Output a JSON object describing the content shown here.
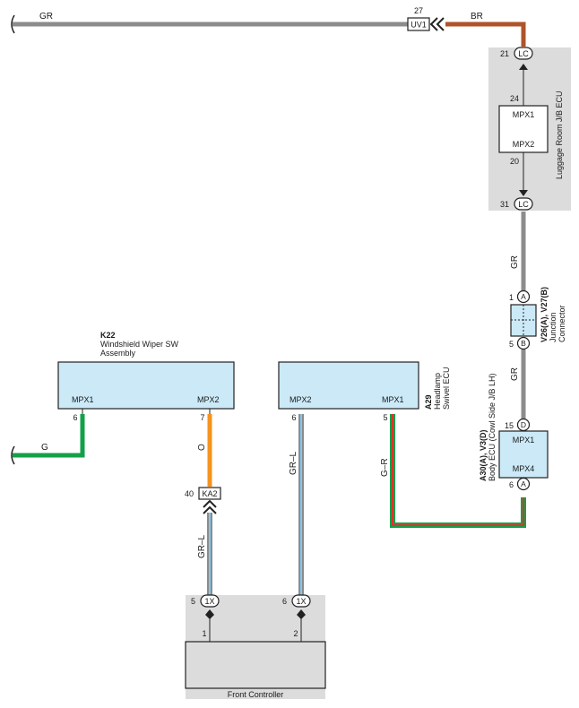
{
  "colors": {
    "wire_gray": "#8c8c8c",
    "wire_brown": "#b0522a",
    "wire_green": "#13a04a",
    "wire_orange": "#f5931e",
    "wire_light_blue": "#7ec8ea",
    "wire_red": "#e0312c",
    "ecu_fill": "#cbe9f7",
    "area_gray": "#dcdcdc"
  },
  "wires": {
    "top_gr": "GR",
    "top_br": "BR",
    "right_gr_upper": "GR",
    "right_gr_lower": "GR",
    "g": "G",
    "o": "O",
    "gr_l_left": "GR–L",
    "gr_l_mid": "GR–L",
    "g_r": "G–R"
  },
  "connectors": {
    "uv1": {
      "label": "UV1",
      "pin": "27"
    },
    "ka2": {
      "label": "KA2",
      "pin": "40"
    },
    "lc_top": {
      "label": "LC",
      "pin": "21"
    },
    "lc_bottom": {
      "label": "LC",
      "pin": "31"
    },
    "junc_a": {
      "label": "A",
      "pin": "1"
    },
    "junc_b": {
      "label": "B",
      "pin": "5"
    },
    "body_d": {
      "label": "D",
      "pin": "15"
    },
    "body_a": {
      "label": "A",
      "pin": "6"
    },
    "fc_left": {
      "label": "1X",
      "pin": "5"
    },
    "fc_right": {
      "label": "1X",
      "pin": "6"
    }
  },
  "components": {
    "luggage_ecu": {
      "label": "Luggage Room J/B ECU",
      "port_top": "MPX1",
      "port_bottom": "MPX2",
      "pin_top": "24",
      "pin_bottom": "20"
    },
    "junction": {
      "code": "V26(A), V27(B)",
      "name_line1": "Junction",
      "name_line2": "Connector"
    },
    "body_ecu": {
      "code": "A30(A), V3(D)",
      "name": "Body ECU (Cowl Side J/B LH)",
      "port_top": "MPX1",
      "port_bottom": "MPX4"
    },
    "wiper_sw": {
      "code": "K22",
      "name_line1": "Windshield Wiper SW",
      "name_line2": "Assembly",
      "port_left": "MPX1",
      "port_right": "MPX2",
      "pin_left": "6",
      "pin_right": "7"
    },
    "swivel_ecu": {
      "code": "A29",
      "name_line1": "Headlamp",
      "name_line2": "Swivel ECU",
      "port_left": "MPX2",
      "port_right": "MPX1",
      "pin_left": "6",
      "pin_right": "5"
    },
    "front_controller": {
      "label": "Front Controller",
      "pin_left": "1",
      "pin_right": "2"
    }
  }
}
